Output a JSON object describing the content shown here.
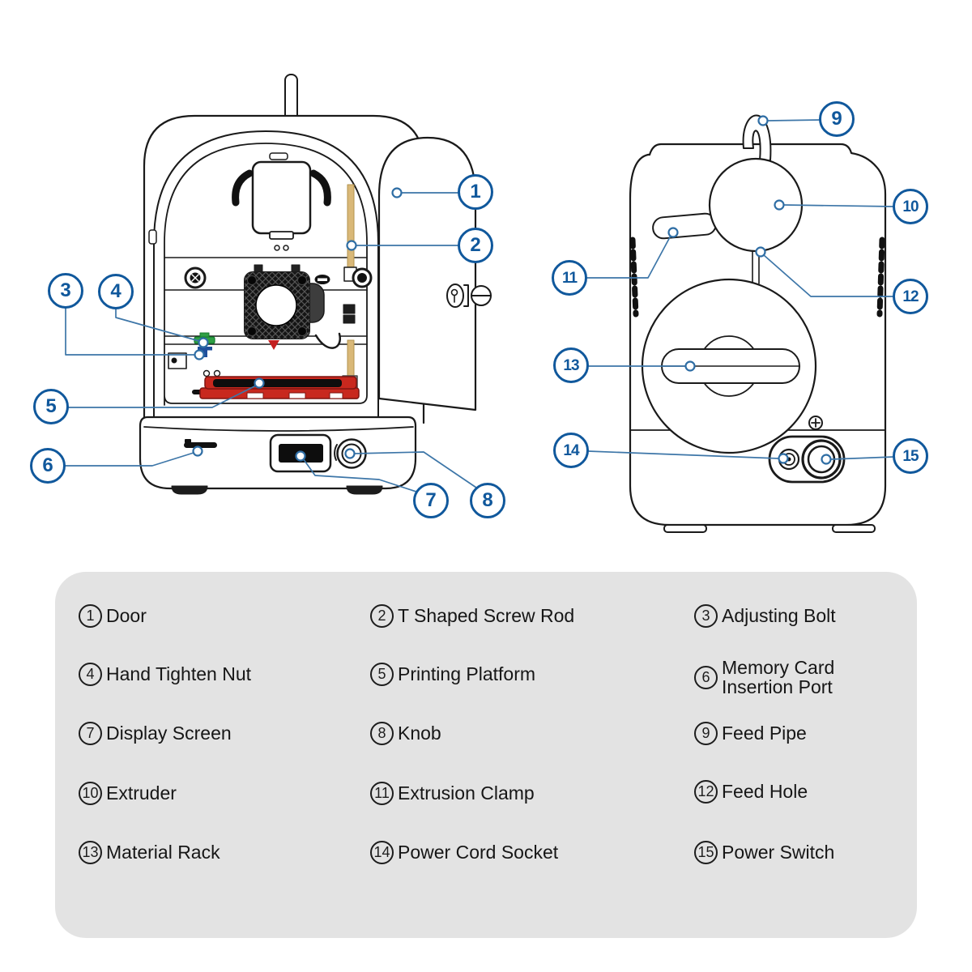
{
  "colors": {
    "callout_blue": "#10589c",
    "leader_blue": "#3d76a8",
    "platform_red": "#c8281e",
    "nut_green": "#2fa044",
    "bolt_blue": "#1f4f9c",
    "rod_tan": "#d9b878",
    "panel_gray": "#e3e3e3",
    "line_black": "#1a1a1a"
  },
  "callouts": [
    "1",
    "2",
    "3",
    "4",
    "5",
    "6",
    "7",
    "8",
    "9",
    "10",
    "11",
    "12",
    "13",
    "14",
    "15"
  ],
  "legend": {
    "items": [
      {
        "num": "1",
        "label": "Door"
      },
      {
        "num": "2",
        "label": "T Shaped Screw Rod"
      },
      {
        "num": "3",
        "label": "Adjusting Bolt"
      },
      {
        "num": "4",
        "label": "Hand Tighten Nut"
      },
      {
        "num": "5",
        "label": "Printing Platform"
      },
      {
        "num": "6",
        "label": "Memory Card\nInsertion Port"
      },
      {
        "num": "7",
        "label": "Display Screen"
      },
      {
        "num": "8",
        "label": "Knob"
      },
      {
        "num": "9",
        "label": "Feed Pipe"
      },
      {
        "num": "10",
        "label": "Extruder"
      },
      {
        "num": "11",
        "label": "Extrusion Clamp"
      },
      {
        "num": "12",
        "label": "Feed Hole"
      },
      {
        "num": "13",
        "label": "Material Rack"
      },
      {
        "num": "14",
        "label": "Power Cord Socket"
      },
      {
        "num": "15",
        "label": "Power Switch"
      }
    ]
  }
}
